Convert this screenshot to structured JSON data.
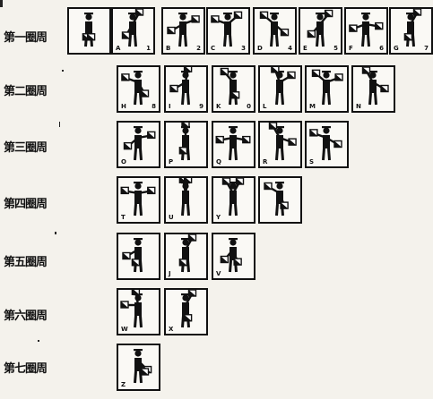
{
  "rows": [
    {
      "label": "第一圈周",
      "cells": [
        {
          "letter": "",
          "number": ""
        },
        {
          "letter": "A",
          "number": "1"
        },
        {
          "letter": "B",
          "number": "2"
        },
        {
          "letter": "C",
          "number": "3"
        },
        {
          "letter": "D",
          "number": "4"
        },
        {
          "letter": "E",
          "number": "5"
        },
        {
          "letter": "F",
          "number": "6"
        },
        {
          "letter": "G",
          "number": "7"
        }
      ]
    },
    {
      "label": "第二圈周",
      "cells": [
        {
          "letter": "H",
          "number": "8"
        },
        {
          "letter": "I",
          "number": "9"
        },
        {
          "letter": "K",
          "number": "0"
        },
        {
          "letter": "L",
          "number": ""
        },
        {
          "letter": "M",
          "number": ""
        },
        {
          "letter": "N",
          "number": ""
        }
      ]
    },
    {
      "label": "第三圈周",
      "cells": [
        {
          "letter": "O",
          "number": ""
        },
        {
          "letter": "P",
          "number": ""
        },
        {
          "letter": "Q",
          "number": ""
        },
        {
          "letter": "R",
          "number": ""
        },
        {
          "letter": "S",
          "number": ""
        }
      ]
    },
    {
      "label": "第四圈周",
      "cells": [
        {
          "letter": "T",
          "number": ""
        },
        {
          "letter": "U",
          "number": ""
        },
        {
          "letter": "Y",
          "number": ""
        },
        {
          "letter": "",
          "number": ""
        }
      ]
    },
    {
      "label": "第五圈周",
      "cells": [
        {
          "letter": "",
          "number": ""
        },
        {
          "letter": "J",
          "number": ""
        },
        {
          "letter": "V",
          "number": ""
        }
      ]
    },
    {
      "label": "第六圈周",
      "cells": [
        {
          "letter": "W",
          "number": ""
        },
        {
          "letter": "X",
          "number": ""
        }
      ]
    },
    {
      "label": "第七圈周",
      "cells": [
        {
          "letter": "Z",
          "number": ""
        }
      ]
    }
  ]
}
